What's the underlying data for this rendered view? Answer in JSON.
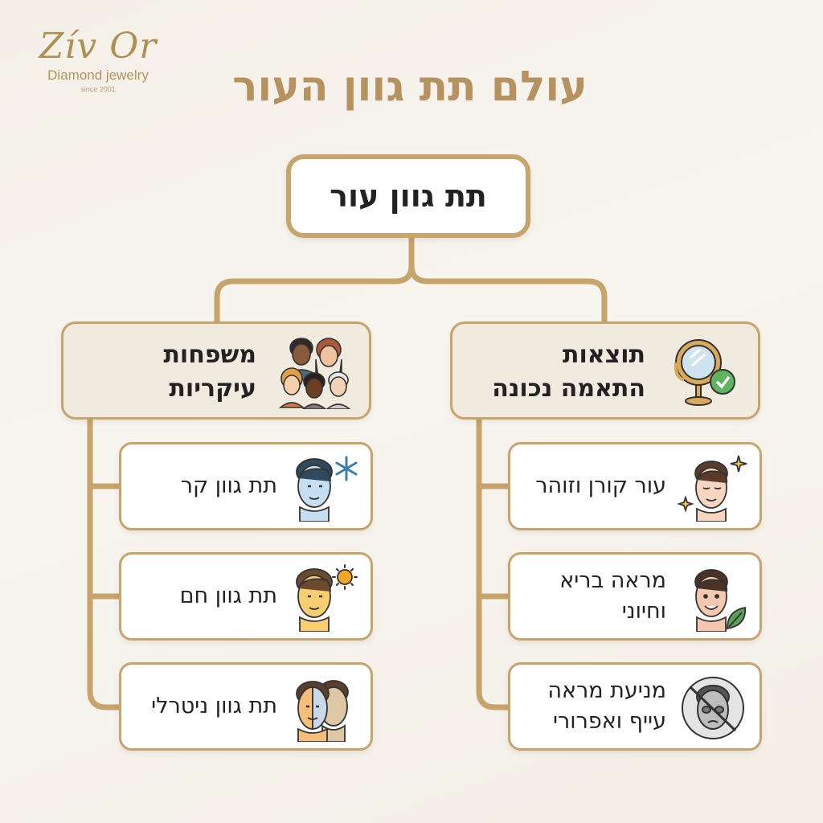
{
  "brand": {
    "name": "Zív Or",
    "subtitle": "Diamond jewelry",
    "since": "since 2001"
  },
  "title": "עולם תת גוון העור",
  "root": {
    "label": "תת גוון עור"
  },
  "branches": [
    {
      "label_line1": "משפחות",
      "label_line2": "עיקריות",
      "icon": "diverse-people-icon",
      "leaves": [
        {
          "label": "תת גוון קר",
          "icon": "cool-face-snowflake-icon"
        },
        {
          "label": "תת גוון חם",
          "icon": "warm-face-sun-icon"
        },
        {
          "label": "תת גוון ניטרלי",
          "icon": "neutral-two-faces-icon"
        }
      ]
    },
    {
      "label_line1": "תוצאות",
      "label_line2": "התאמה נכונה",
      "icon": "mirror-check-icon",
      "leaves": [
        {
          "label": "עור קורן וזוהר",
          "icon": "glowing-face-sparkles-icon"
        },
        {
          "label_line1": "מראה בריא",
          "label_line2": "וחיוני",
          "icon": "healthy-face-leaf-icon"
        },
        {
          "label_line1": "מניעת מראה",
          "label_line2": "עייף ואפרורי",
          "icon": "tired-face-crossed-icon"
        }
      ]
    }
  ],
  "colors": {
    "gold": "#c6a46c",
    "title_gold": "#b59260",
    "branch_fill": "#f1ebdf",
    "leaf_fill": "#ffffff",
    "text": "#222222"
  }
}
